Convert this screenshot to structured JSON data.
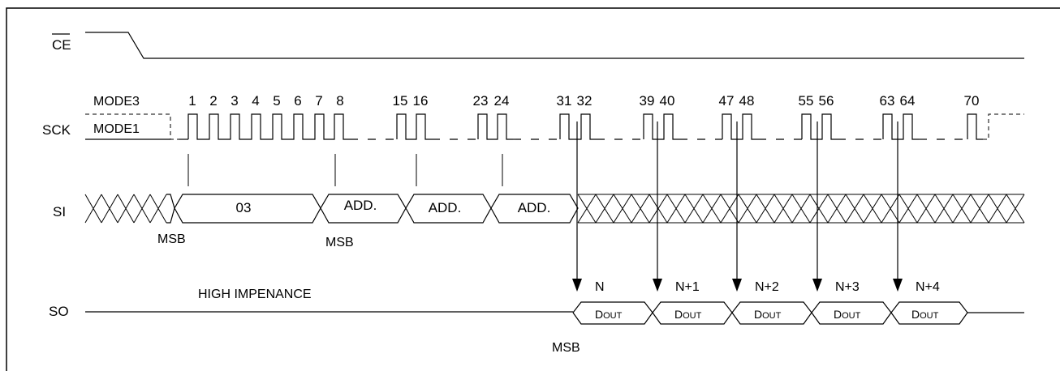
{
  "signals": {
    "ce": "CE",
    "sck": "SCK",
    "si": "SI",
    "so": "SO"
  },
  "modes": {
    "mode3": "MODE3",
    "mode1": "MODE1"
  },
  "clock_numbers": [
    "1",
    "2",
    "3",
    "4",
    "5",
    "6",
    "7",
    "8",
    "15",
    "16",
    "23",
    "24",
    "31",
    "32",
    "39",
    "40",
    "47",
    "48",
    "55",
    "56",
    "63",
    "64",
    "70"
  ],
  "si_fields": [
    "03",
    "ADD.",
    "ADD.",
    "ADD."
  ],
  "si_msb_labels": [
    "MSB",
    "MSB"
  ],
  "so_status": "HIGH IMPENANCE",
  "so_msb_label": "MSB",
  "so_bytes": [
    {
      "index": "N",
      "value_main": "D",
      "value_sub": "OUT"
    },
    {
      "index": "N+1",
      "value_main": "D",
      "value_sub": "OUT"
    },
    {
      "index": "N+2",
      "value_main": "D",
      "value_sub": "OUT"
    },
    {
      "index": "N+3",
      "value_main": "D",
      "value_sub": "OUT"
    },
    {
      "index": "N+4",
      "value_main": "D",
      "value_sub": "OUT"
    }
  ],
  "colors": {
    "line": "#000000",
    "background": "#ffffff"
  }
}
